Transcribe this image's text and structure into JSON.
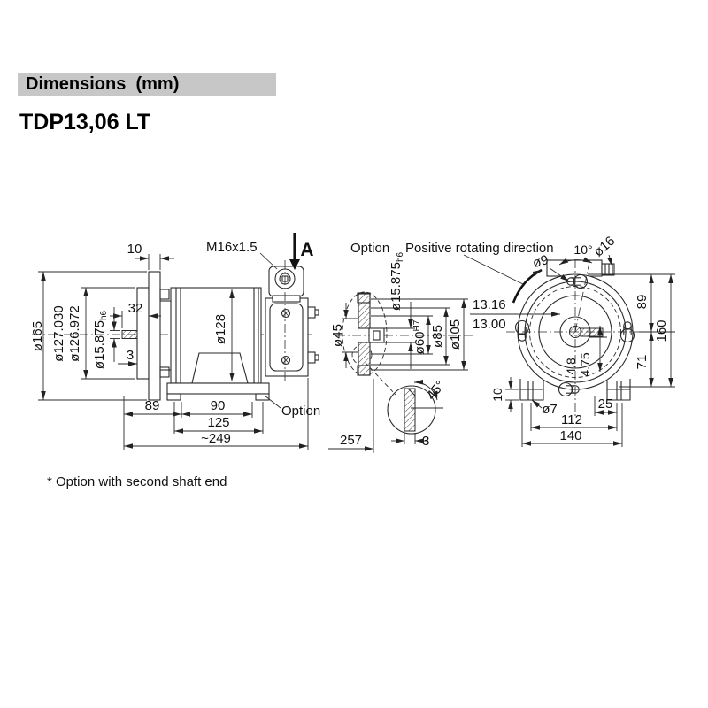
{
  "page": {
    "header_title": "Dimensions  (mm)",
    "model_title": "TDP13,06 LT",
    "footnote": "* Option with second shaft end"
  },
  "side_view": {
    "flange_thickness": "10",
    "gland_thread": "M16x1.5",
    "view_label": "A",
    "flange_od": "ø165",
    "spigot_upper": "ø127.030",
    "spigot_lower": "ø126.972",
    "shaft_dia": "ø15.875",
    "shaft_tol": "h6",
    "shaft_length": "32",
    "key_offset": "3",
    "body_od": "ø128",
    "dim_89": "89",
    "dim_90": "90",
    "dim_125": "125",
    "overall_length": "~249",
    "option_label": "Option"
  },
  "shaft_end_view": {
    "option_label": "Option",
    "hub_dia": "ø45",
    "shaft_dia": "ø15.875",
    "shaft_tol": "h6",
    "bore_dia": "ø60",
    "bore_tol": "H7",
    "pilot_dia": "ø85",
    "flange_dia": "ø105",
    "overall_length": "257",
    "chamfer_angle": "45°",
    "chamfer_length": "3"
  },
  "front_view": {
    "rotation_note": "Positive rotating direction",
    "slot_angle": "10°",
    "slot_dia": "ø9",
    "boss_dia": "ø16",
    "keyway_max": "13.16",
    "keyway_min": "13.00",
    "top_to_center": "89",
    "overall_height": "160",
    "center_to_base": "71",
    "key_depth_max": "4.8",
    "key_depth_min": "4.75",
    "foot_thickness": "10",
    "foot_hole_dia": "ø7",
    "hole_offset": "25",
    "hole_spacing": "112",
    "foot_width": "140"
  }
}
